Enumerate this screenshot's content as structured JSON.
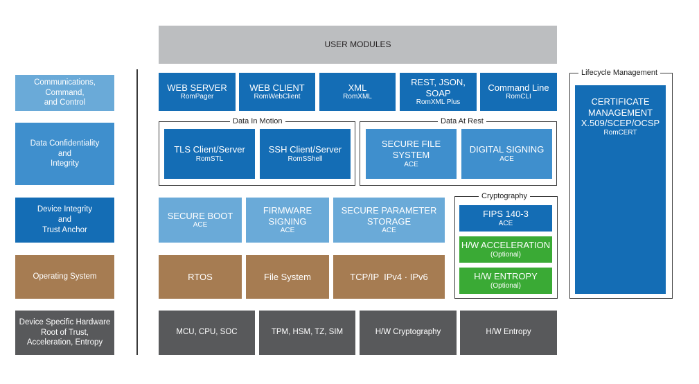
{
  "user_modules": "USER MODULES",
  "left_labels": [
    "Communications,\nCommand,\nand Control",
    "Data Confidentiality\nand\nIntegrity",
    "Device Integrity\nand\nTrust Anchor",
    "Operating System",
    "Device Specific Hardware\nRoot of Trust,\nAcceleration, Entropy"
  ],
  "comms": [
    {
      "title": "WEB SERVER",
      "sub": "RomPager"
    },
    {
      "title": "WEB CLIENT",
      "sub": "RomWebClient"
    },
    {
      "title": "XML",
      "sub": "RomXML"
    },
    {
      "title": "REST, JSON, SOAP",
      "sub": "RomXML Plus"
    },
    {
      "title": "Command Line",
      "sub": "RomCLI"
    }
  ],
  "data_in_motion": {
    "caption": "Data In Motion",
    "items": [
      {
        "title": "TLS Client/Server",
        "sub": "RomSTL"
      },
      {
        "title": "SSH Client/Server",
        "sub": "RomSShell"
      }
    ]
  },
  "data_at_rest": {
    "caption": "Data At Rest",
    "items": [
      {
        "title": "SECURE FILE SYSTEM",
        "sub": "ACE"
      },
      {
        "title": "DIGITAL SIGNING",
        "sub": "ACE"
      }
    ]
  },
  "device_integrity": [
    {
      "title": "SECURE BOOT",
      "sub": "ACE"
    },
    {
      "title": "FIRMWARE\nSIGNING",
      "sub": "ACE"
    },
    {
      "title": "SECURE PARAMETER\nSTORAGE",
      "sub": "ACE"
    }
  ],
  "cryptography": {
    "caption": "Cryptography",
    "fips": {
      "title": "FIPS 140-3",
      "sub": "ACE"
    },
    "hw_accel": {
      "title": "H/W ACCELERATION",
      "sub": "(Optional)"
    },
    "hw_entropy": {
      "title": "H/W ENTROPY",
      "sub": "(Optional)"
    }
  },
  "os": [
    "RTOS",
    "File System",
    "TCP/IP  IPv4 · IPv6"
  ],
  "hardware": [
    "MCU, CPU, SOC",
    "TPM, HSM, TZ, SIM",
    "H/W Cryptography",
    "H/W Entropy"
  ],
  "lifecycle": {
    "caption": "Lifecycle Management",
    "title": "CERTIFICATE\nMANAGEMENT\nX.509/SCEP/OCSP",
    "sub": "RomCERT"
  },
  "colors": {
    "dark_blue": "#146db5",
    "mid_blue": "#3f8fcd",
    "light_blue": "#6aaad8",
    "brown": "#a67c52",
    "dark_gray": "#58595b",
    "light_gray": "#bcbec0",
    "green": "#3aaa35"
  }
}
